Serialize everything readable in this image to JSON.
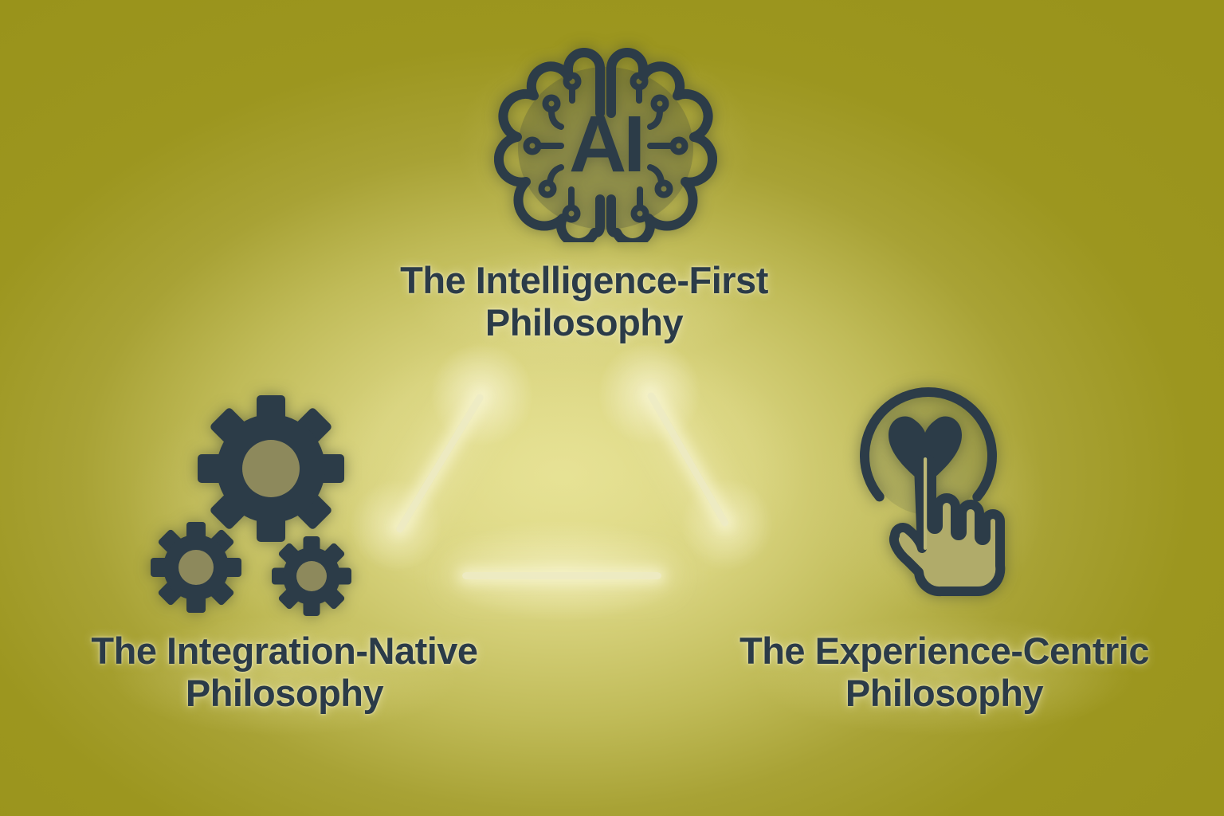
{
  "colors": {
    "background_edge": "#9b951d",
    "background_center": "#ddd883",
    "icon_ink": "#2c3c48",
    "label_ink": "#2b3b48",
    "connector_line": "#eeebc6"
  },
  "center_label": {
    "ai": "AI"
  },
  "nodes": [
    {
      "id": "intelligence-first",
      "icon": "ai-brain-icon",
      "label_line1": "The Intelligence-First",
      "label_line2": "Philosophy"
    },
    {
      "id": "integration-native",
      "icon": "gears-icon",
      "label_line1": "The Integration-Native",
      "label_line2": "Philosophy"
    },
    {
      "id": "experience-centric",
      "icon": "touch-heart-icon",
      "label_line1": "The Experience-Centric",
      "label_line2": "Philosophy"
    }
  ],
  "connections": [
    "intelligence-first - integration-native",
    "intelligence-first - experience-centric",
    "integration-native - experience-centric"
  ]
}
